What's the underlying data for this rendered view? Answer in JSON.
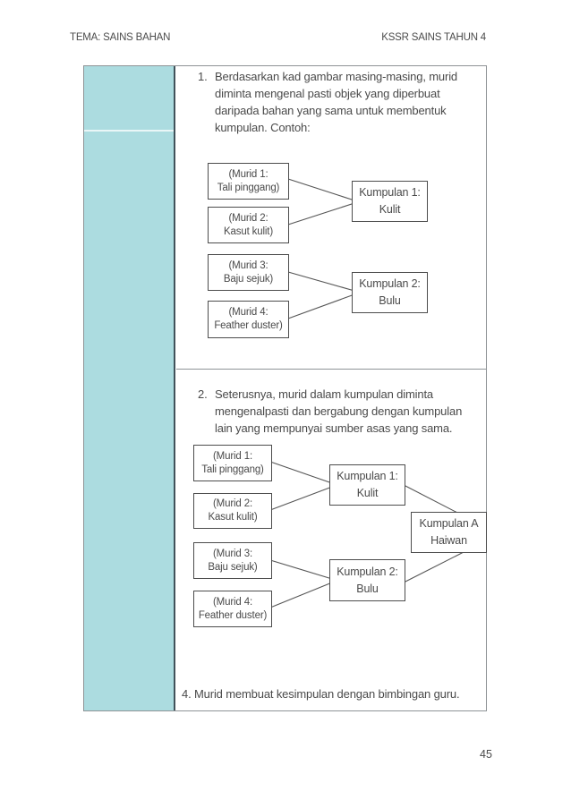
{
  "header": {
    "left": "TEMA: SAINS BAHAN",
    "right": "KSSR SAINS TAHUN 4"
  },
  "steps": {
    "step1": {
      "number": "1.",
      "text": "Berdasarkan kad gambar masing-masing, murid\ndiminta mengenal pasti objek yang diperbuat\ndaripada bahan yang sama untuk membentuk\nkumpulan. Contoh:"
    },
    "step2": {
      "number": "2.",
      "text": "Seterusnya, murid dalam kumpulan diminta\nmengenalpasti dan bergabung dengan kumpulan\nlain yang mempunyai sumber asas yang sama."
    },
    "step4": "4. Murid membuat kesimpulan dengan bimbingan guru."
  },
  "diagram1": {
    "murid1": "(Murid 1:\nTali pinggang)",
    "murid2": "(Murid 2:\nKasut kulit)",
    "murid3": "(Murid 3:\nBaju sejuk)",
    "murid4": "(Murid 4:\nFeather duster)",
    "kumpulan1": "Kumpulan 1:\nKulit",
    "kumpulan2": "Kumpulan 2:\nBulu"
  },
  "diagram2": {
    "murid1": "(Murid 1:\nTali pinggang)",
    "murid2": "(Murid 2:\nKasut kulit)",
    "murid3": "(Murid 3:\nBaju sejuk)",
    "murid4": "(Murid 4:\nFeather duster)",
    "kumpulan1": "Kumpulan 1:\nKulit",
    "kumpulan2": "Kumpulan 2:\nBulu",
    "kumpulanA": "Kumpulan A\nHaiwan"
  },
  "footer": {
    "page_number": "45"
  },
  "colors": {
    "sidebar_teal": "#ACDCE0",
    "table_border_gray": "#8E9396",
    "sidebar_border_dark": "#41525A",
    "box_border": "#4C4C4C",
    "text": "#4A4A4A"
  }
}
